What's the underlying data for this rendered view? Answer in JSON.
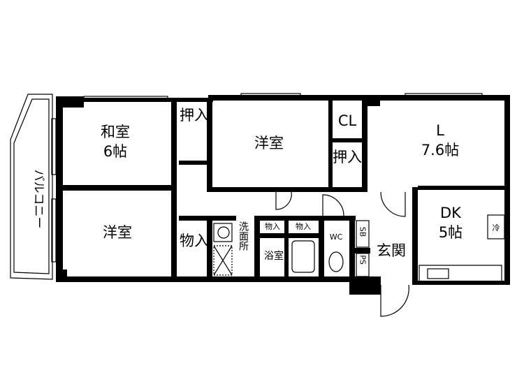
{
  "rooms": {
    "balcony": "バルコニー",
    "washitsu_name": "和室",
    "washitsu_size": "6帖",
    "oshiire_1": "押入",
    "yoshitsu_top": "洋室",
    "cl": "CL",
    "oshiire_2": "押入",
    "l_name": "L",
    "l_size": "7.6帖",
    "dk_name": "DK",
    "dk_size": "5帖",
    "yoshitsu_bottom": "洋室",
    "monoire_1": "物入",
    "senmenjo": "洗面所",
    "monoire_2": "物入",
    "monoire_3": "物入",
    "bathroom": "浴室",
    "wc": "WC",
    "sb": "SB",
    "ps": "PS",
    "genkan": "玄関",
    "fridge": "冷"
  }
}
